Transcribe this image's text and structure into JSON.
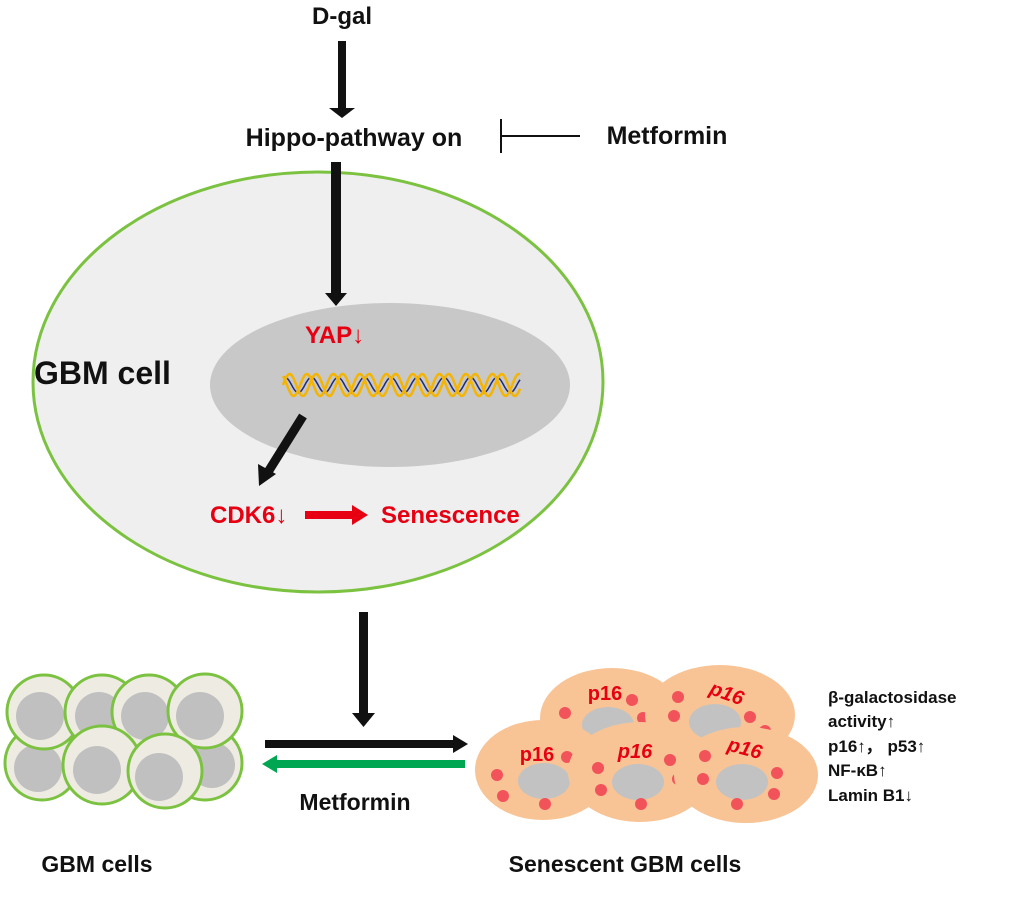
{
  "colors": {
    "text": "#111111",
    "accent_red": "#e60012",
    "membrane_green": "#7cc241",
    "cytoplasm": "#efefef",
    "nucleus": "#c8c8c8",
    "inhibit_arrow_green": "#00a651",
    "senescent_cell": "#f8c495",
    "senescent_dot": "#f2525a",
    "dna_gold": "#f5b400",
    "dna_navy": "#1f2a7a"
  },
  "top": {
    "stimulus": "D-gal",
    "pathway": "Hippo-pathway on",
    "inhibitor": "Metformin"
  },
  "cell": {
    "label": "GBM cell",
    "yap": "YAP↓",
    "cdk6": "CDK6↓",
    "outcome": "Senescence"
  },
  "bottom": {
    "left_label": "GBM cells",
    "right_label": "Senescent GBM cells",
    "reverse_label": "Metformin",
    "p16_labels": [
      "p16",
      "p16",
      "p16",
      "p16",
      "p16"
    ],
    "markers": [
      "β-galactosidase",
      "activity↑",
      "p16↑， p53↑",
      "NF-κB↑",
      "Lamin B1↓"
    ]
  }
}
